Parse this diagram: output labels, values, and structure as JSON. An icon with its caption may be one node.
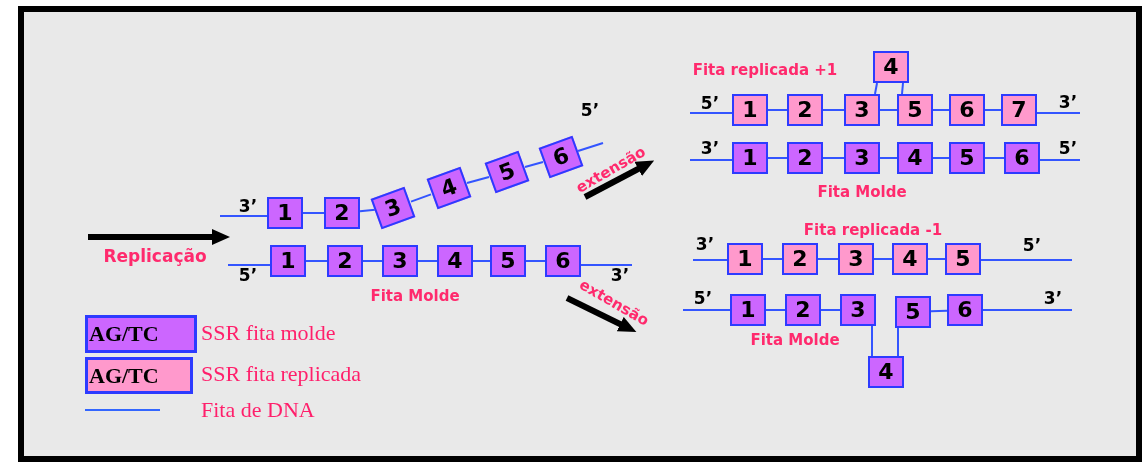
{
  "diagram": {
    "nodes": [
      {
        "text": [
          "1"
        ],
        "beside": [
          "3’"
        ]
      },
      {
        "text": [
          "2"
        ]
      },
      {
        "text": [
          "3"
        ]
      },
      {
        "text": [
          "4"
        ]
      },
      {
        "text": [
          "5"
        ]
      },
      {
        "text": [
          "6"
        ],
        "beside": [
          "5’"
        ]
      },
      {
        "text": [
          "1"
        ],
        "beside": [
          "5’"
        ]
      },
      {
        "text": [
          "2"
        ]
      },
      {
        "text": [
          "3"
        ]
      },
      {
        "text": [
          "4"
        ]
      },
      {
        "text": [
          "5"
        ]
      },
      {
        "text": [
          "6"
        ],
        "beside": [
          "3’"
        ]
      },
      {
        "text": [
          "1"
        ],
        "beside": [
          "5’"
        ]
      },
      {
        "text": [
          "2"
        ]
      },
      {
        "text": [
          "3"
        ]
      },
      {
        "text": [
          "4"
        ]
      },
      {
        "text": [
          "5"
        ]
      },
      {
        "text": [
          "6"
        ]
      },
      {
        "text": [
          "7"
        ],
        "beside": [
          "3’"
        ]
      },
      {
        "text": [
          "1"
        ],
        "beside": [
          "3’"
        ]
      },
      {
        "text": [
          "2"
        ]
      },
      {
        "text": [
          "3"
        ]
      },
      {
        "text": [
          "4"
        ]
      },
      {
        "text": [
          "5"
        ]
      },
      {
        "text": [
          "6"
        ],
        "beside": [
          "5’"
        ]
      },
      {
        "text": [
          "1"
        ],
        "beside": [
          "3’"
        ]
      },
      {
        "text": [
          "2"
        ]
      },
      {
        "text": [
          "3"
        ]
      },
      {
        "text": [
          "4"
        ]
      },
      {
        "text": [
          "5"
        ],
        "beside": [
          "5’"
        ]
      },
      {
        "text": [
          "1"
        ],
        "beside": [
          "5’"
        ]
      },
      {
        "text": [
          "2"
        ]
      },
      {
        "text": [
          "3"
        ]
      },
      {
        "text": [
          "4"
        ]
      },
      {
        "text": [
          "5"
        ]
      },
      {
        "text": [
          "6"
        ],
        "beside": [
          "3’"
        ]
      }
    ],
    "edges": [
      {
        "from": 0,
        "to": 1,
        "arrow": "none"
      },
      {
        "from": 1,
        "to": 2,
        "arrow": "none"
      },
      {
        "from": 2,
        "to": 3,
        "arrow": "none"
      },
      {
        "from": 3,
        "to": 4,
        "arrow": "none"
      },
      {
        "from": 4,
        "to": 5,
        "arrow": "none"
      },
      {
        "from": 6,
        "to": 7,
        "arrow": "none"
      },
      {
        "from": 7,
        "to": 8,
        "arrow": "none"
      },
      {
        "from": 8,
        "to": 9,
        "arrow": "none"
      },
      {
        "from": 9,
        "to": 10,
        "arrow": "none"
      },
      {
        "from": 10,
        "to": 11,
        "arrow": "none"
      },
      {
        "from": 12,
        "to": 13,
        "arrow": "none"
      },
      {
        "from": 13,
        "to": 14,
        "arrow": "none"
      },
      {
        "from": 14,
        "to": 15,
        "arrow": "none"
      },
      {
        "from": 15,
        "to": 16,
        "arrow": "none"
      },
      {
        "from": 14,
        "to": 16,
        "arrow": "none"
      },
      {
        "from": 16,
        "to": 17,
        "arrow": "none"
      },
      {
        "from": 17,
        "to": 18,
        "arrow": "none"
      },
      {
        "from": 19,
        "to": 20,
        "arrow": "none"
      },
      {
        "from": 20,
        "to": 21,
        "arrow": "none"
      },
      {
        "from": 21,
        "to": 22,
        "arrow": "none"
      },
      {
        "from": 22,
        "to": 23,
        "arrow": "none"
      },
      {
        "from": 23,
        "to": 24,
        "arrow": "none"
      },
      {
        "from": 25,
        "to": 26,
        "arrow": "none"
      },
      {
        "from": 26,
        "to": 27,
        "arrow": "none"
      },
      {
        "from": 27,
        "to": 28,
        "arrow": "none"
      },
      {
        "from": 28,
        "to": 29,
        "arrow": "none"
      },
      {
        "from": 30,
        "to": 31,
        "arrow": "none"
      },
      {
        "from": 31,
        "to": 32,
        "arrow": "none"
      },
      {
        "from": 32,
        "to": 33,
        "arrow": "none"
      },
      {
        "from": 33,
        "to": 34,
        "arrow": "none"
      },
      {
        "from": 34,
        "to": 35,
        "arrow": "none"
      }
    ],
    "labels": [
      "Fita replicada +1",
      "extensão",
      "Fita Molde",
      "Fita replicada -1",
      "Replicação",
      "Fita Molde",
      "extensão",
      "AG/TC",
      "Fita Molde",
      "AG/TC"
    ],
    "legend": [
      {
        "text": "SSR fita molde",
        "color": "#cc66ff"
      },
      {
        "text": "SSR fita replicada",
        "color": "#ff99cc"
      },
      {
        "text": "Fita de DNA"
      }
    ]
  }
}
